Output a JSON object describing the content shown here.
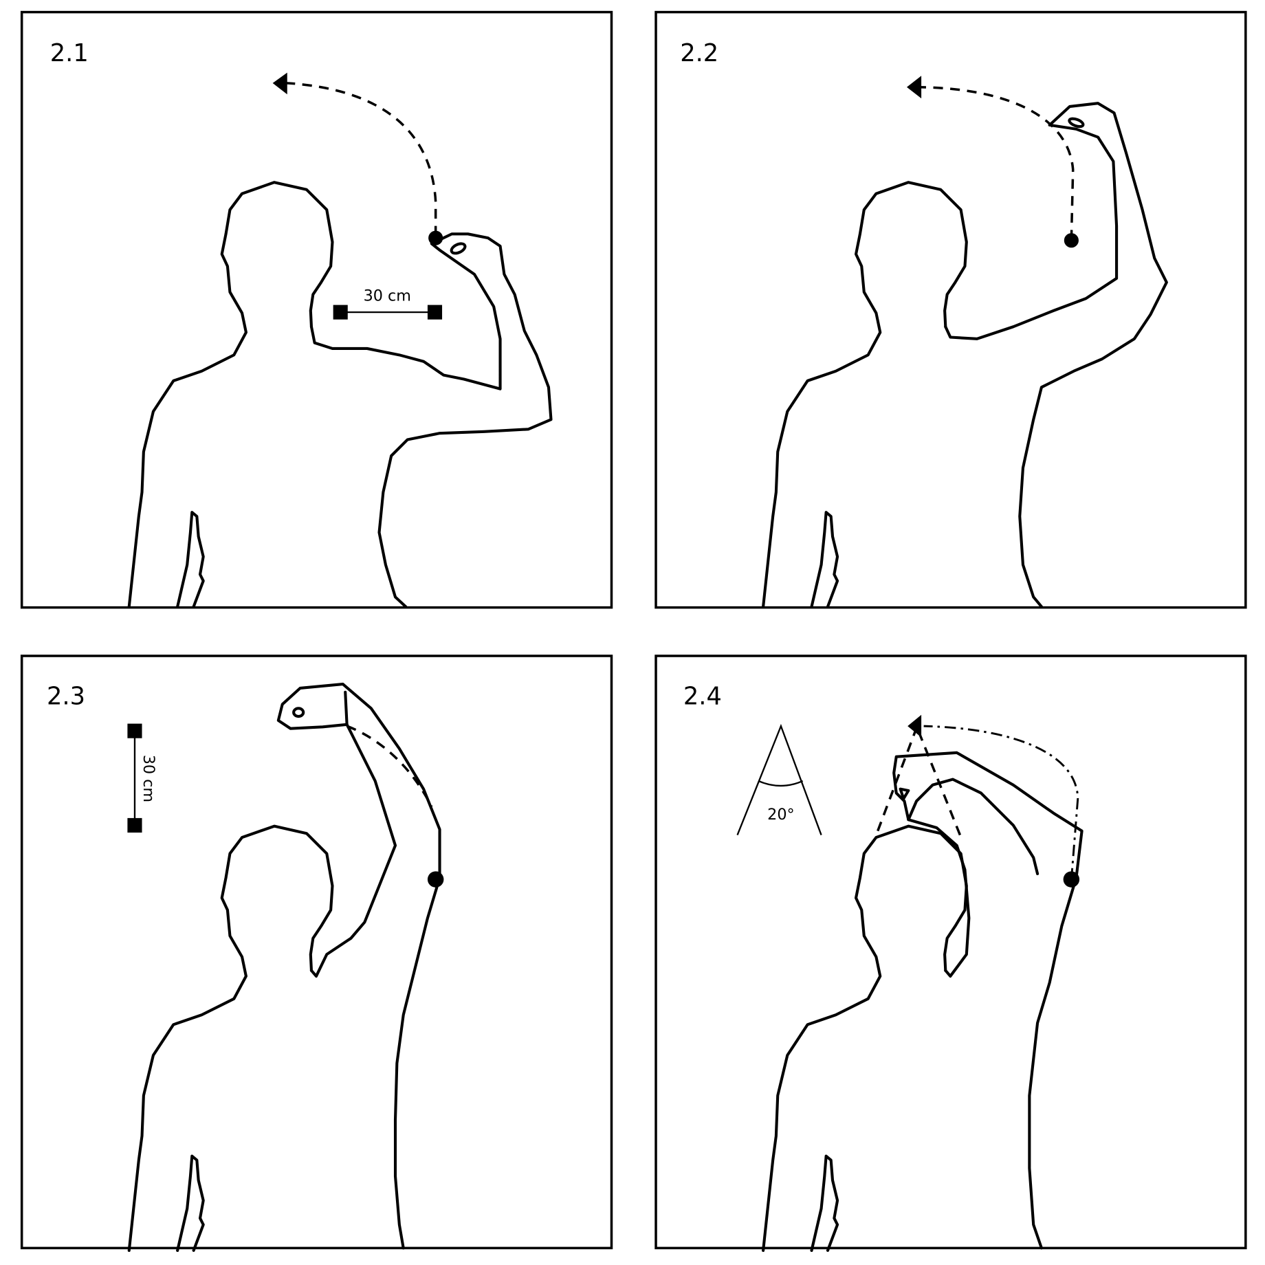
{
  "panels": [
    {
      "id": "2.1",
      "scale_label": "30 cm"
    },
    {
      "id": "2.2"
    },
    {
      "id": "2.3",
      "scale_label": "30 cm"
    },
    {
      "id": "2.4",
      "angle_label": "20°"
    }
  ]
}
